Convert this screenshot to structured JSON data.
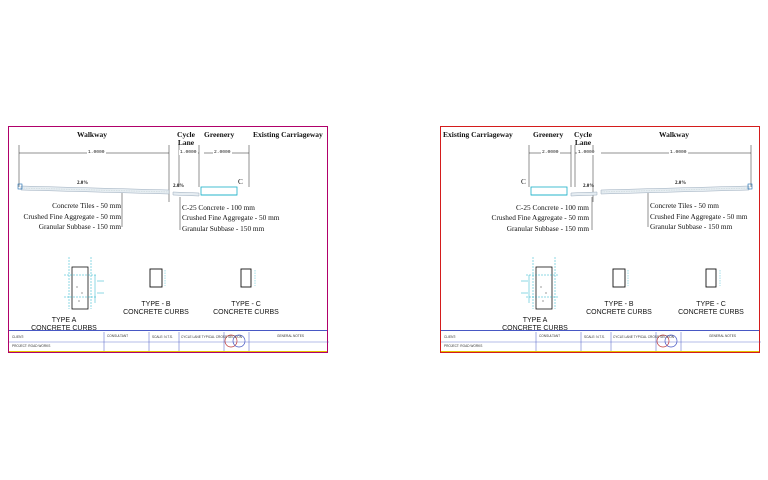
{
  "sheets": [
    {
      "headers": {
        "walkway": "Walkway",
        "cycle_lane": "Cycle Lane",
        "greenery": "Greenery",
        "existing": "Existing Carriageway"
      },
      "dims": {
        "walkway": "1.0000",
        "cycle": "1.0000",
        "greenery": "2.0000"
      },
      "slopes": {
        "walkway": "2.0%",
        "cycle": "2.0%"
      },
      "marks": {
        "curb": "C"
      },
      "layers_walkway": [
        "Concrete Tiles - 50 mm",
        "Crushed Fine Aggregate - 50 mm",
        "Granular Subbase - 150 mm"
      ],
      "layers_cycle": [
        "C-25 Concrete - 100 mm",
        "Crushed Fine Aggregate - 50 mm",
        "Granular Subbase - 150 mm"
      ],
      "curbs": {
        "type_a": [
          "TYPE A",
          "CONCRETE CURBS"
        ],
        "type_b": [
          "TYPE - B",
          "CONCRETE CURBS"
        ],
        "type_c": [
          "TYPE - C",
          "CONCRETE CURBS"
        ]
      },
      "title_block": {
        "client": "CLIENT:",
        "project": "PROJECT: ROAD WORKS",
        "scale": "SCALE:  N.T.S.",
        "drawing": "CYCLE LANE TYPICAL CROSS SECTION",
        "notes": "GENERAL NOTES",
        "consultant": "CONSULTANT"
      }
    },
    {
      "headers": {
        "walkway": "Walkway",
        "cycle_lane": "Cycle Lane",
        "greenery": "Greenery",
        "existing": "Existing Carriageway"
      },
      "dims": {
        "walkway": "1.0000",
        "cycle": "1.0000",
        "greenery": "2.0000"
      },
      "slopes": {
        "walkway": "2.0%",
        "cycle": "2.0%"
      },
      "marks": {
        "curb": "C"
      },
      "layers_walkway": [
        "Concrete Tiles - 50 mm",
        "Crushed Fine Aggregate - 50 mm",
        "Granular Subbase - 150 mm"
      ],
      "layers_cycle": [
        "C-25 Concrete - 100 mm",
        "Crushed Fine Aggregate - 50 mm",
        "Granular Subbase - 150 mm"
      ],
      "curbs": {
        "type_a": [
          "TYPE A",
          "CONCRETE CURBS"
        ],
        "type_b": [
          "TYPE - B",
          "CONCRETE CURBS"
        ],
        "type_c": [
          "TYPE - C",
          "CONCRETE CURBS"
        ]
      },
      "title_block": {
        "client": "CLIENT:",
        "project": "PROJECT: ROAD WORKS",
        "scale": "SCALE:  N.T.S.",
        "drawing": "CYCLE LANE TYPICAL CROSS SECTION",
        "notes": "GENERAL NOTES",
        "consultant": "CONSULTANT"
      }
    }
  ],
  "colors": {
    "left_border": "#b0006a",
    "right_border": "#d41c1c",
    "curb_cyan": "#1ab0c8",
    "title_blue": "#4858c4",
    "accent_yellow": "#e2c200"
  }
}
